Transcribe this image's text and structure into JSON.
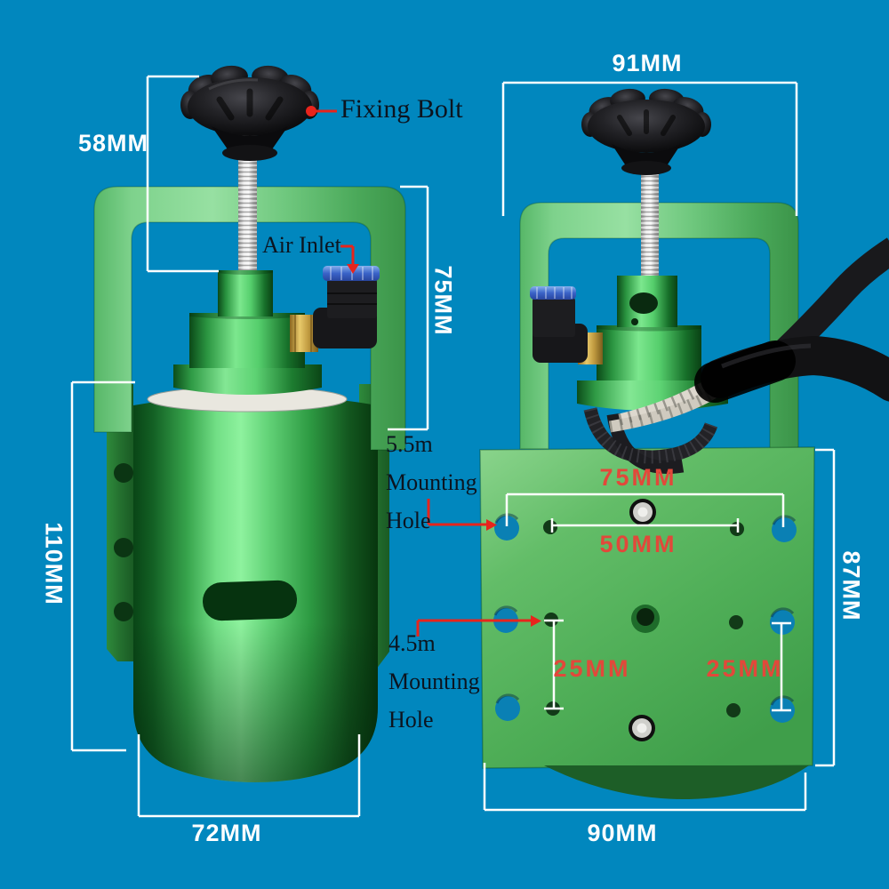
{
  "annotations": {
    "fixing_bolt": "Fixing Bolt",
    "air_inlet": "Air Inlet",
    "mount_hole_55": [
      "5.5m",
      "Mounting",
      "Hole"
    ],
    "mount_hole_45": [
      "4.5m",
      "Mounting",
      "Hole"
    ]
  },
  "dims": {
    "d58": "58MM",
    "d91": "91MM",
    "d75_side": "75MM",
    "d110": "110MM",
    "d72": "72MM",
    "d90": "90MM",
    "d87": "87MM",
    "d75_plate": "75MM",
    "d50": "50MM",
    "d25_left": "25MM",
    "d25_right": "25MM"
  },
  "colors": {
    "background": "#0187be",
    "dimension_line": "#ffffff",
    "dimension_text_white": "#ffffff",
    "dimension_text_red": "#e2483a",
    "leader_line_red": "#e8241c",
    "label_text": "#0c141f",
    "device_green": "#3fae53",
    "plate_green": "#5cb763",
    "knob_black": "#0e0e10",
    "fitting_blue": "#3a63c8",
    "fitting_brass": "#c09a40"
  }
}
